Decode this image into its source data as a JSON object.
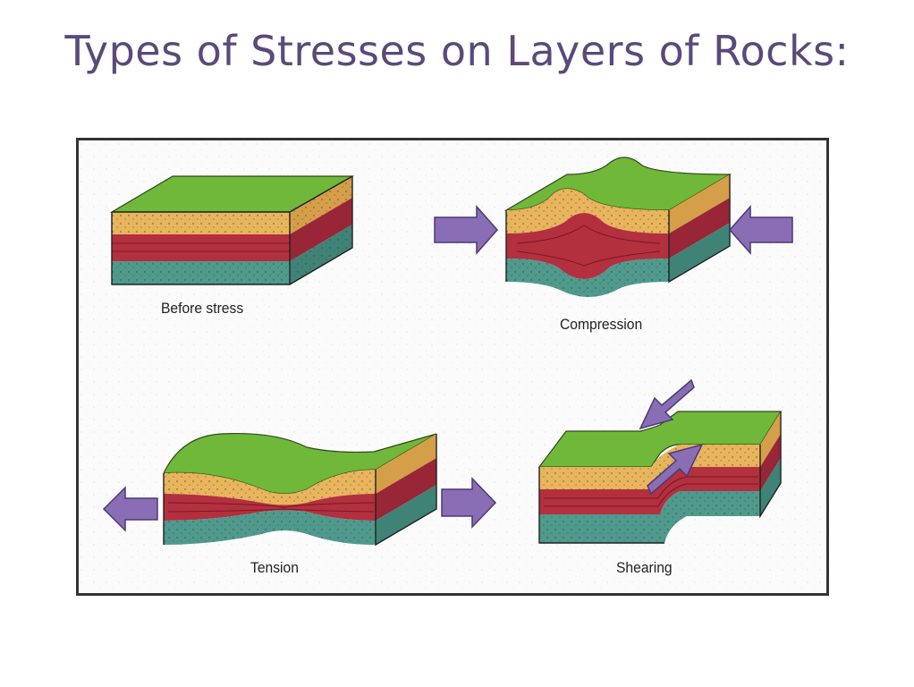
{
  "title": "Types of Stresses on Layers of Rocks:",
  "diagram": {
    "panels": [
      {
        "id": "before",
        "label": "Before stress"
      },
      {
        "id": "compression",
        "label": "Compression"
      },
      {
        "id": "tension",
        "label": "Tension"
      },
      {
        "id": "shearing",
        "label": "Shearing"
      }
    ],
    "colors": {
      "grass": "#6fb83a",
      "sand": "#e8b45c",
      "red": "#b3303f",
      "teal": "#4f9a8c",
      "arrow": "#8a6eb5",
      "arrow_edge": "#4b3a75",
      "title": "#5a4a7a"
    }
  }
}
